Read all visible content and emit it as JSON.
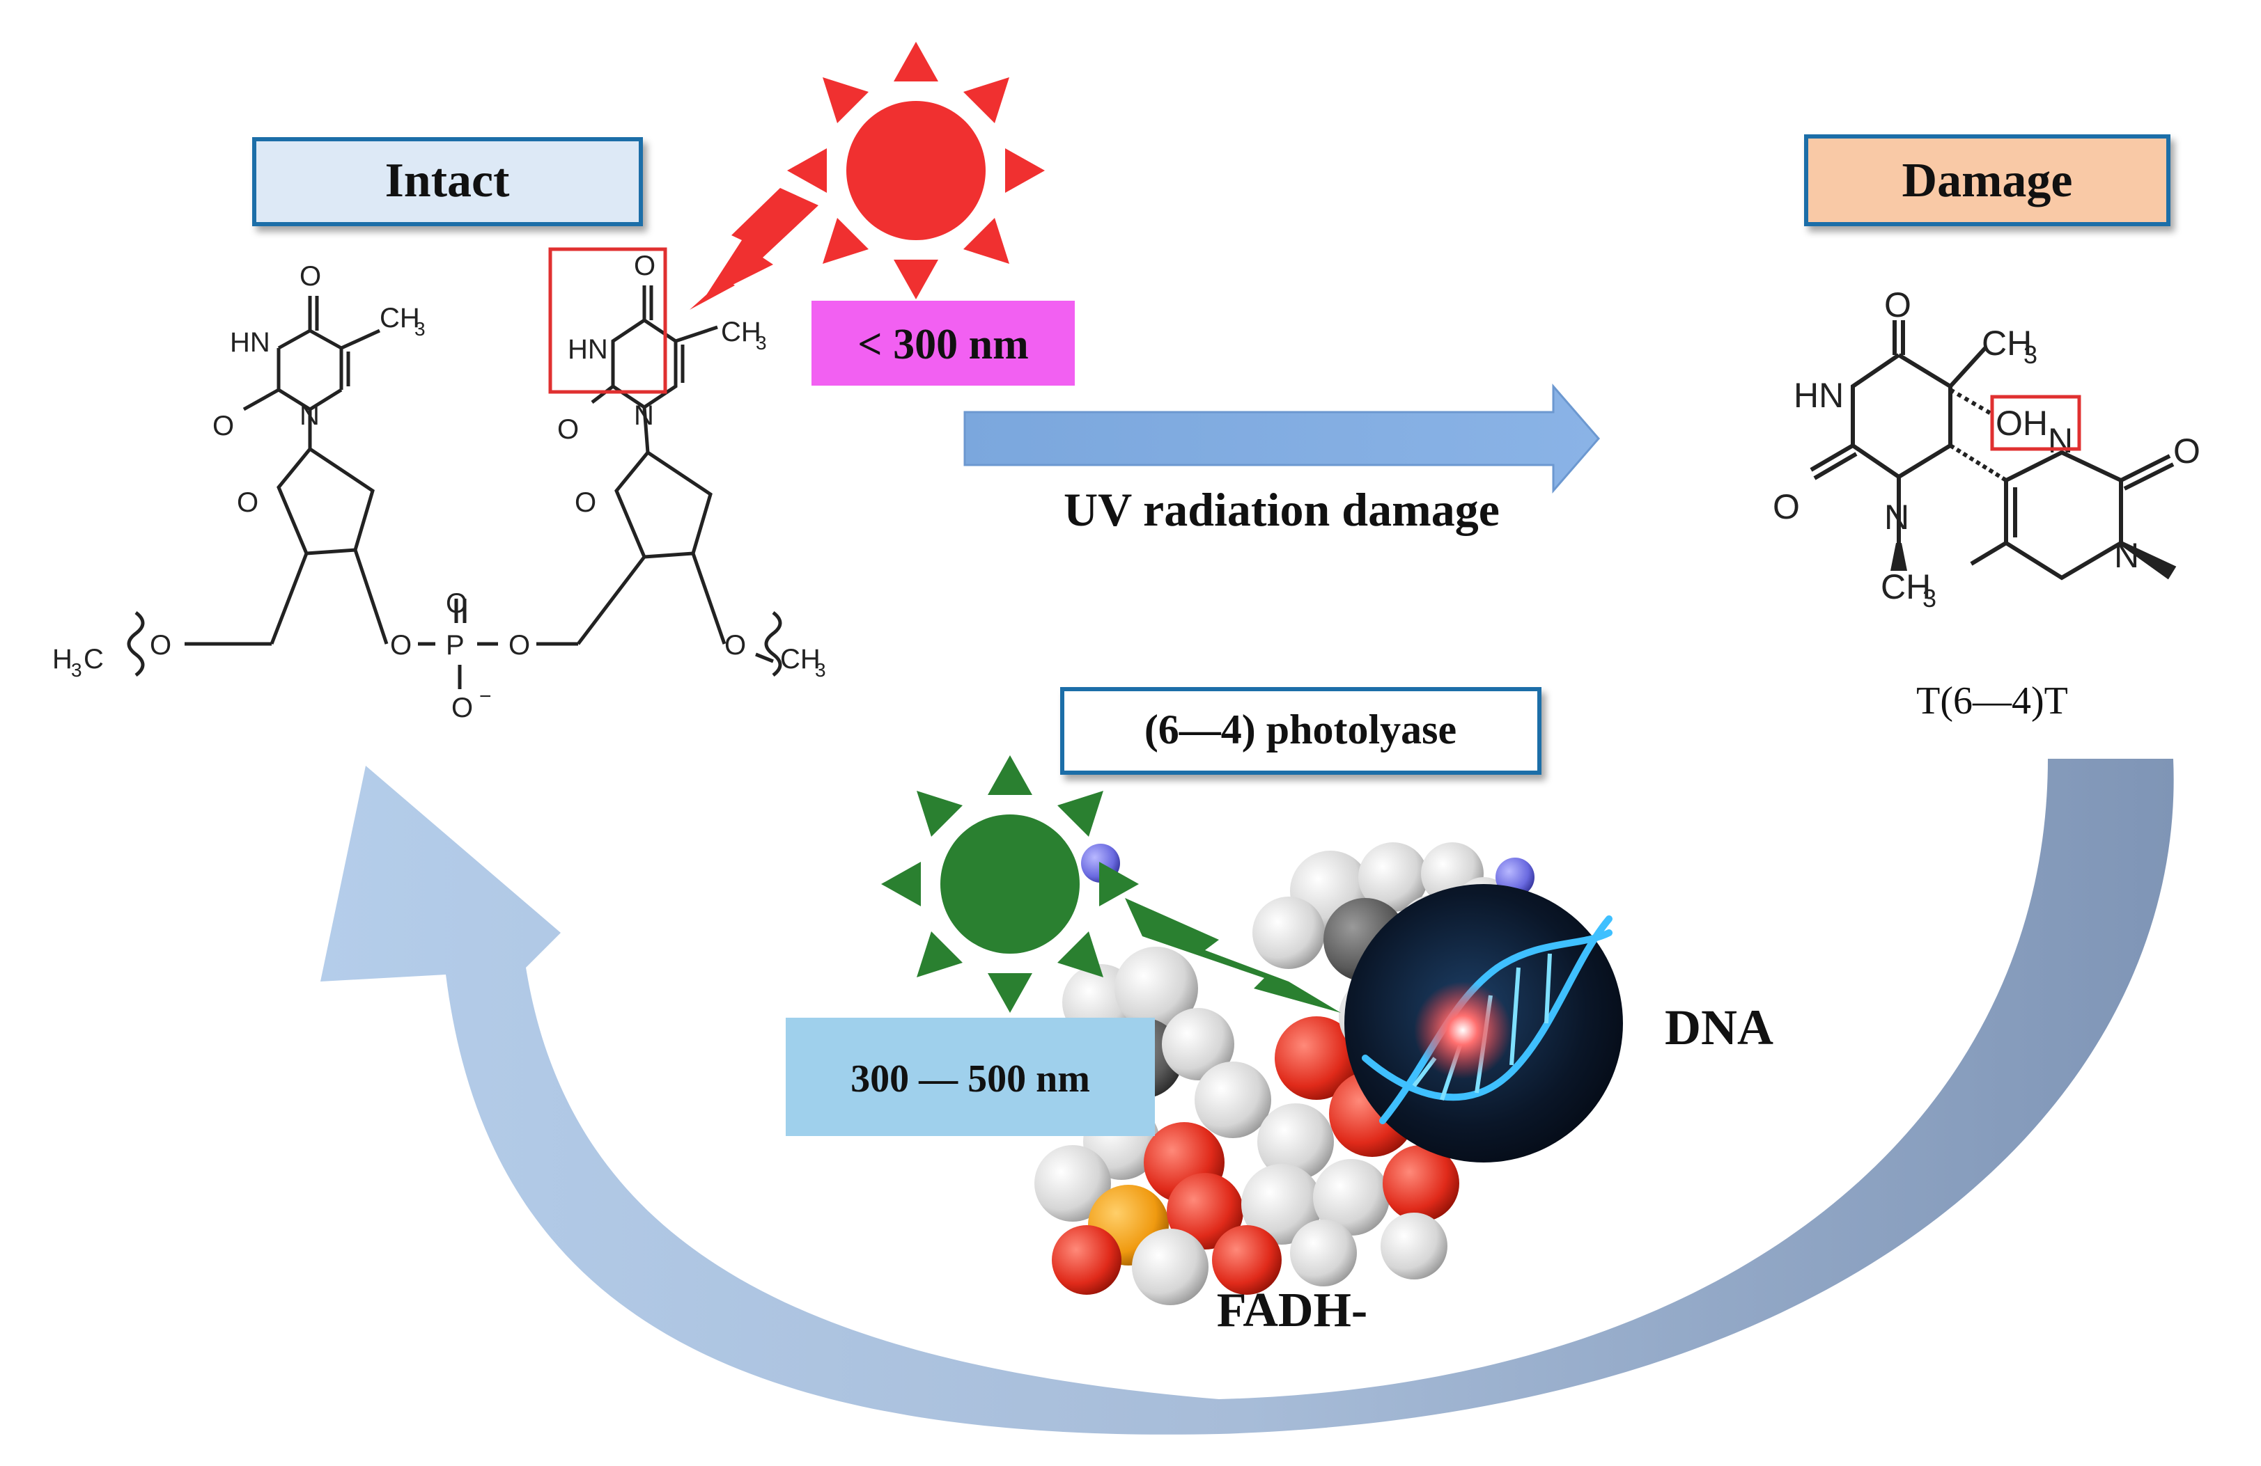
{
  "labels": {
    "intact": "Intact",
    "damage": "Damage",
    "uv_wavelength": "< 300 nm",
    "uv_damage": "UV radiation damage",
    "photolyase": "(6—4) photolyase",
    "repair_wavelength": "300 — 500 nm",
    "dna": "DNA",
    "fadh": "FADH-",
    "product": "T(6—4)T"
  },
  "chem": {
    "o": "O",
    "n": "N",
    "hn": "HN",
    "ch3": "CH",
    "ch3_sub": "3",
    "oh": "OH",
    "p": "P",
    "minus": "−",
    "h3c_h": "H",
    "h3c_sub": "3",
    "h3c_c": "C"
  },
  "colors": {
    "uv_sun": "#f03030",
    "repair_sun": "#2a8030",
    "intact_box": "#dde9f6",
    "damage_box": "#f9c9a6",
    "box_border": "#1f6ea8",
    "uv_label_box": "#f260f2",
    "repair_label_box": "#9fd0ec",
    "highlight": "#e03030"
  }
}
